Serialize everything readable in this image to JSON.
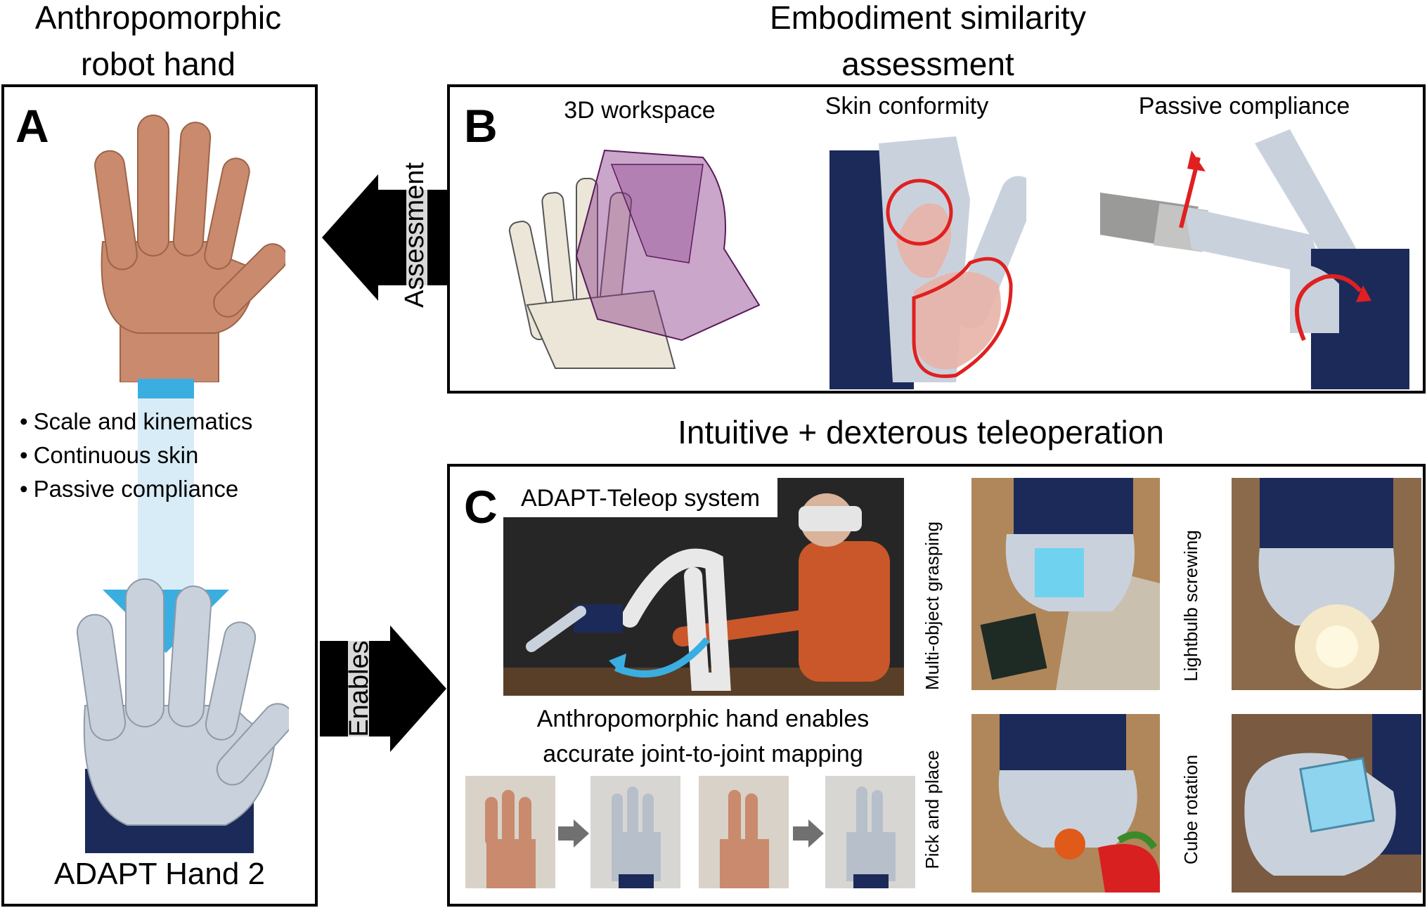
{
  "headings": {
    "a": [
      "Anthropomorphic",
      "robot hand"
    ],
    "b": [
      "Embodiment similarity",
      "assessment"
    ],
    "c": "Intuitive + dexterous teleoperation"
  },
  "panel_a": {
    "letter": "A",
    "bullets": [
      "Scale and kinematics",
      "Continuous skin",
      "Passive compliance"
    ],
    "caption": "ADAPT Hand 2"
  },
  "panel_b": {
    "letter": "B",
    "items": [
      "3D workspace",
      "Skin conformity",
      "Passive compliance"
    ]
  },
  "panel_c": {
    "letter": "C",
    "system_label": "ADAPT-Teleop system",
    "mapping_caption": [
      "Anthropomorphic hand enables",
      "accurate joint-to-joint mapping"
    ],
    "tasks": [
      "Multi-object grasping",
      "Lightbulb screwing",
      "Pick and place",
      "Cube rotation"
    ]
  },
  "arrows": {
    "assessment": "Assessment",
    "enables": "Enables"
  },
  "colors": {
    "accent_blue": "#3aaee0",
    "light_blue": "#d8ecf7",
    "workspace_purple": "#8a3a8a",
    "highlight_red": "#e02020",
    "robot_navy": "#1c2a5a",
    "skin": "#c98a6e",
    "silicone": "#c9d2dc"
  }
}
